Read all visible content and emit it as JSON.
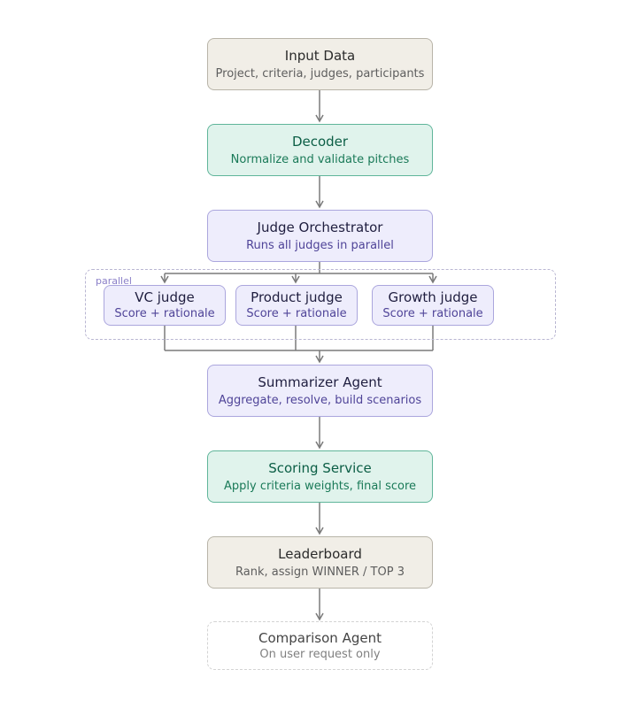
{
  "diagram": {
    "nodes": {
      "input_data": {
        "title": "Input Data",
        "subtitle": "Project, criteria, judges, participants"
      },
      "decoder": {
        "title": "Decoder",
        "subtitle": "Normalize and validate pitches"
      },
      "judge_orchestrator": {
        "title": "Judge Orchestrator",
        "subtitle": "Runs all judges in parallel"
      },
      "vc_judge": {
        "title": "VC judge",
        "subtitle": "Score + rationale"
      },
      "product_judge": {
        "title": "Product judge",
        "subtitle": "Score + rationale"
      },
      "growth_judge": {
        "title": "Growth judge",
        "subtitle": "Score + rationale"
      },
      "summarizer_agent": {
        "title": "Summarizer Agent",
        "subtitle": "Aggregate, resolve, build scenarios"
      },
      "scoring_service": {
        "title": "Scoring Service",
        "subtitle": "Apply criteria weights, final score"
      },
      "leaderboard": {
        "title": "Leaderboard",
        "subtitle": "Rank, assign WINNER / TOP 3"
      },
      "comparison_agent": {
        "title": "Comparison Agent",
        "subtitle": "On user request only"
      }
    },
    "group": {
      "label": "parallel"
    },
    "colors": {
      "beige_fill": "#f1eee7",
      "green_fill": "#e0f3ec",
      "purple_fill": "#eeedfc",
      "arrow": "#7a7a7a"
    }
  }
}
